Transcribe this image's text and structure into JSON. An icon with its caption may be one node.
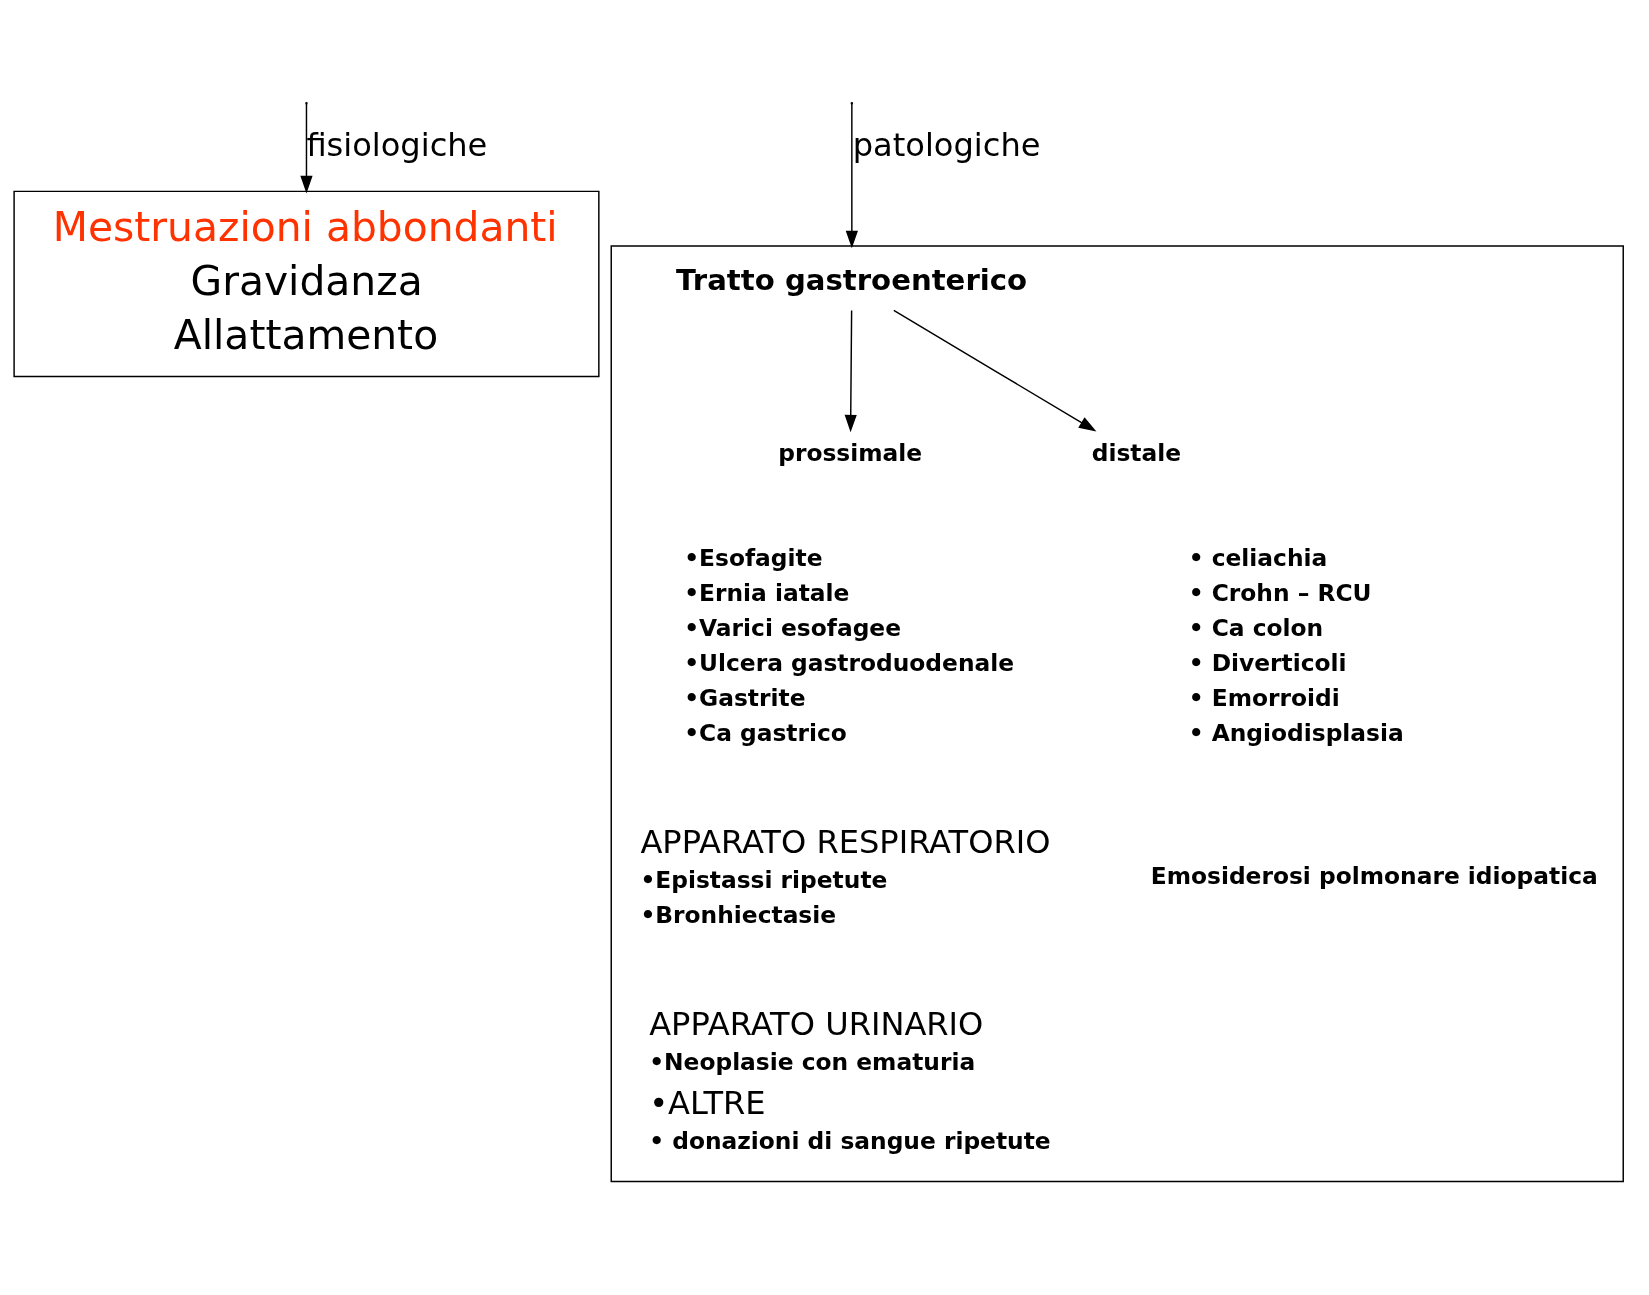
{
  "diagram": {
    "nodes": [
      {
        "text": [
          "Mestruazioni abbondanti",
          "Gravidanza",
          "Allattamento"
        ]
      },
      {
        "text": [
          "•Esofagite",
          "•Ernia iatale",
          "•Varici esofagee",
          "•Ulcera gastroduodenale",
          "•Gastrite",
          "•Ca gastrico",
          "• celiachia",
          "• Crohn – RCU",
          "• Ca colon",
          "• Diverticoli",
          "• Emorroidi",
          "• Angiodisplasia",
          "APPARATO RESPIRATORIO",
          "•Epistassi ripetute",
          "•Bronhiectasie",
          "Emosiderosi polmonare idiopatica",
          "APPARATO URINARIO",
          "•Neoplasie con ematuria",
          "•ALTRE",
          "• donazioni di sangue ripetute"
        ]
      },
      {
        "text": [
          "Tratto gastroenterico"
        ],
        "in": 1
      },
      {
        "text": [
          "prossimale"
        ],
        "in": 1
      },
      {
        "text": [
          "distale"
        ],
        "in": 1
      }
    ],
    "edges": [
      {
        "from": null,
        "to": 0,
        "arrow": "to",
        "label": "fisiologiche"
      },
      {
        "from": null,
        "to": 1,
        "arrow": "to",
        "label": "patologiche"
      },
      {
        "from": 2,
        "to": 3,
        "arrow": "to"
      },
      {
        "from": 2,
        "to": 4,
        "arrow": "to"
      }
    ]
  }
}
